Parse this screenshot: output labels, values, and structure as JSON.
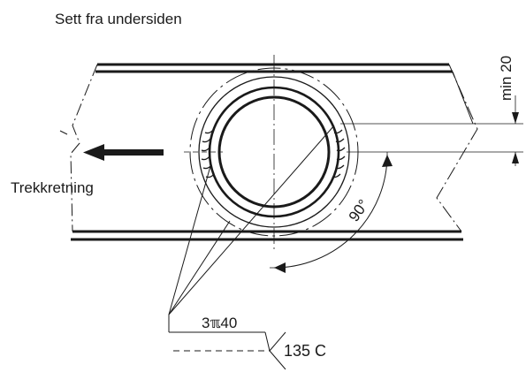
{
  "diagram": {
    "view_label": "Sett fra undersiden",
    "direction_label": "Trekkretning",
    "min_distance_label": "min 20",
    "angle_label": "90°",
    "weld_symbol_text": "3ℼ40",
    "weld_spec_text": "135 C",
    "ink_color": "#1a1a1a"
  }
}
